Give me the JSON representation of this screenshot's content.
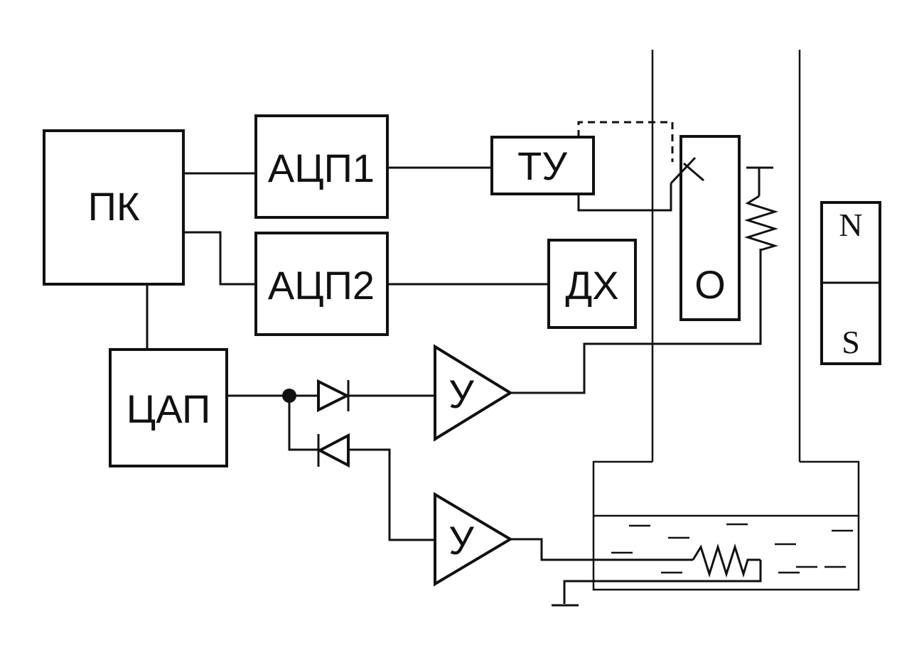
{
  "blocks": {
    "pk": "ПК",
    "adc1": "АЦП1",
    "adc2": "АЦП2",
    "tu": "ТУ",
    "dh": "ДХ",
    "dac": "ЦАП",
    "sample": "О",
    "amp_top": "У",
    "amp_bottom": "У"
  },
  "magnet": {
    "north": "N",
    "south": "S"
  }
}
